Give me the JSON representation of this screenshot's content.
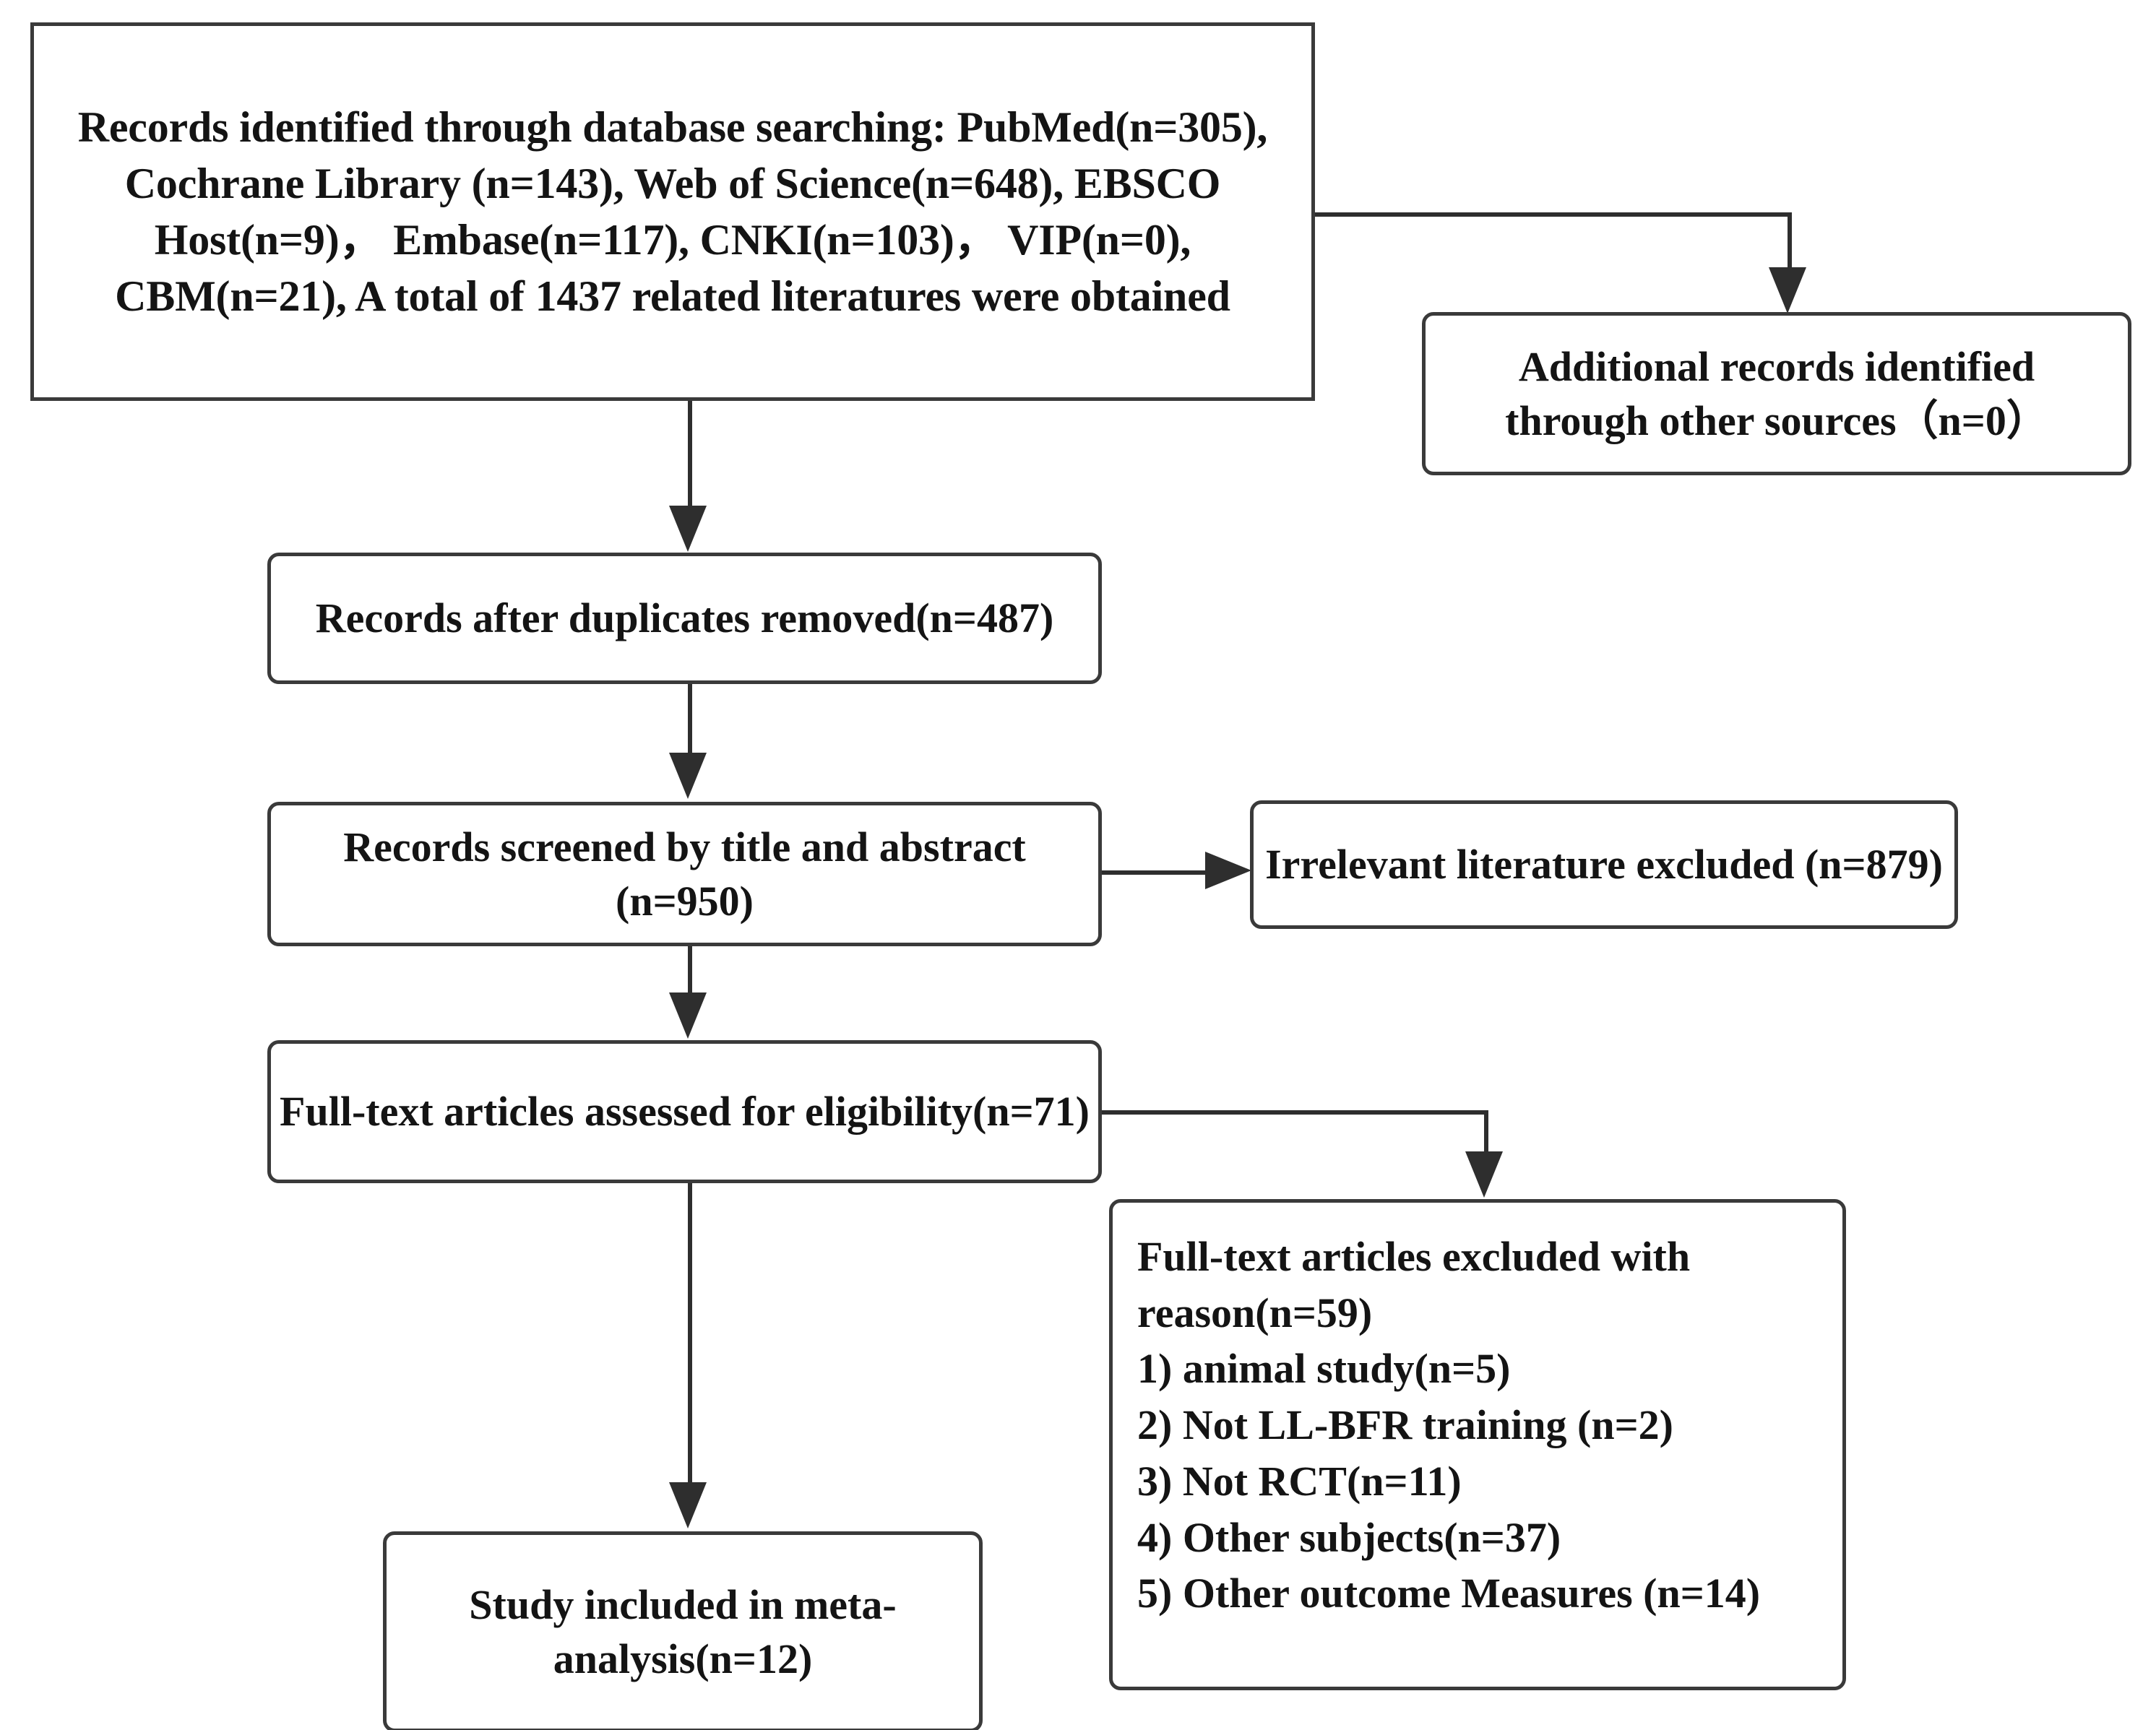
{
  "diagram": {
    "title": "PRISMA study selection flow diagram",
    "type": "flowchart",
    "accent_color": "#2e2e2e",
    "background_color": "#ffffff"
  },
  "nodes": {
    "identified": {
      "id": "records-identified",
      "text": "Records identified through database searching: PubMed(n=305), Cochrane Library (n=143), Web of Science(n=648), EBSCO Host(n=9)， Embase(n=117), CNKI(n=103)， VIP(n=0), CBM(n=21), A total of 1437 related literatures were obtained",
      "counts": {
        "PubMed": 305,
        "Cochrane Library": 143,
        "Web of Science": 648,
        "EBSCO Host": 9,
        "Embase": 117,
        "CNKI": 103,
        "VIP": 0,
        "CBM": 21,
        "total": 1437
      }
    },
    "additional": {
      "id": "additional-records",
      "text": "Additional records identified through other sources（n=0）",
      "count": 0
    },
    "after_duplicates": {
      "id": "records-after-duplicates",
      "text": "Records after duplicates removed(n=487)",
      "count": 487
    },
    "screened": {
      "id": "records-screened",
      "text": "Records screened by title and abstract (n=950)",
      "count": 950
    },
    "irrelevant": {
      "id": "irrelevant-excluded",
      "text": "Irrelevant literature excluded (n=879)",
      "count": 879
    },
    "fulltext": {
      "id": "fulltext-assessed",
      "text": "Full-text articles assessed for eligibility(n=71)",
      "count": 71
    },
    "excluded": {
      "id": "fulltext-excluded",
      "header": "Full-text articles excluded with reason(n=59)",
      "count": 59,
      "reasons": [
        {
          "label": "1) animal study(n=5)",
          "reason": "animal study",
          "count": 5
        },
        {
          "label": "2) Not LL-BFR training (n=2)",
          "reason": "Not LL-BFR training",
          "count": 2
        },
        {
          "label": "3) Not RCT(n=11)",
          "reason": "Not RCT",
          "count": 11
        },
        {
          "label": "4) Other subjects(n=37)",
          "reason": "Other subjects",
          "count": 37
        },
        {
          "label": "5) Other outcome Measures (n=14)",
          "reason": "Other outcome Measures",
          "count": 14
        }
      ]
    },
    "included": {
      "id": "study-included",
      "text": "Study included in meta-analysis(n=12)",
      "count": 12
    }
  },
  "edges": [
    {
      "from": "identified",
      "to": "after_duplicates",
      "style": "arrow-down"
    },
    {
      "from": "identified",
      "to": "additional",
      "style": "elbow-arrow-down"
    },
    {
      "from": "after_duplicates",
      "to": "screened",
      "style": "arrow-down"
    },
    {
      "from": "screened",
      "to": "irrelevant",
      "style": "arrow-right"
    },
    {
      "from": "screened",
      "to": "fulltext",
      "style": "arrow-down"
    },
    {
      "from": "fulltext",
      "to": "excluded",
      "style": "elbow-arrow-down"
    },
    {
      "from": "fulltext",
      "to": "included",
      "style": "arrow-down"
    }
  ]
}
